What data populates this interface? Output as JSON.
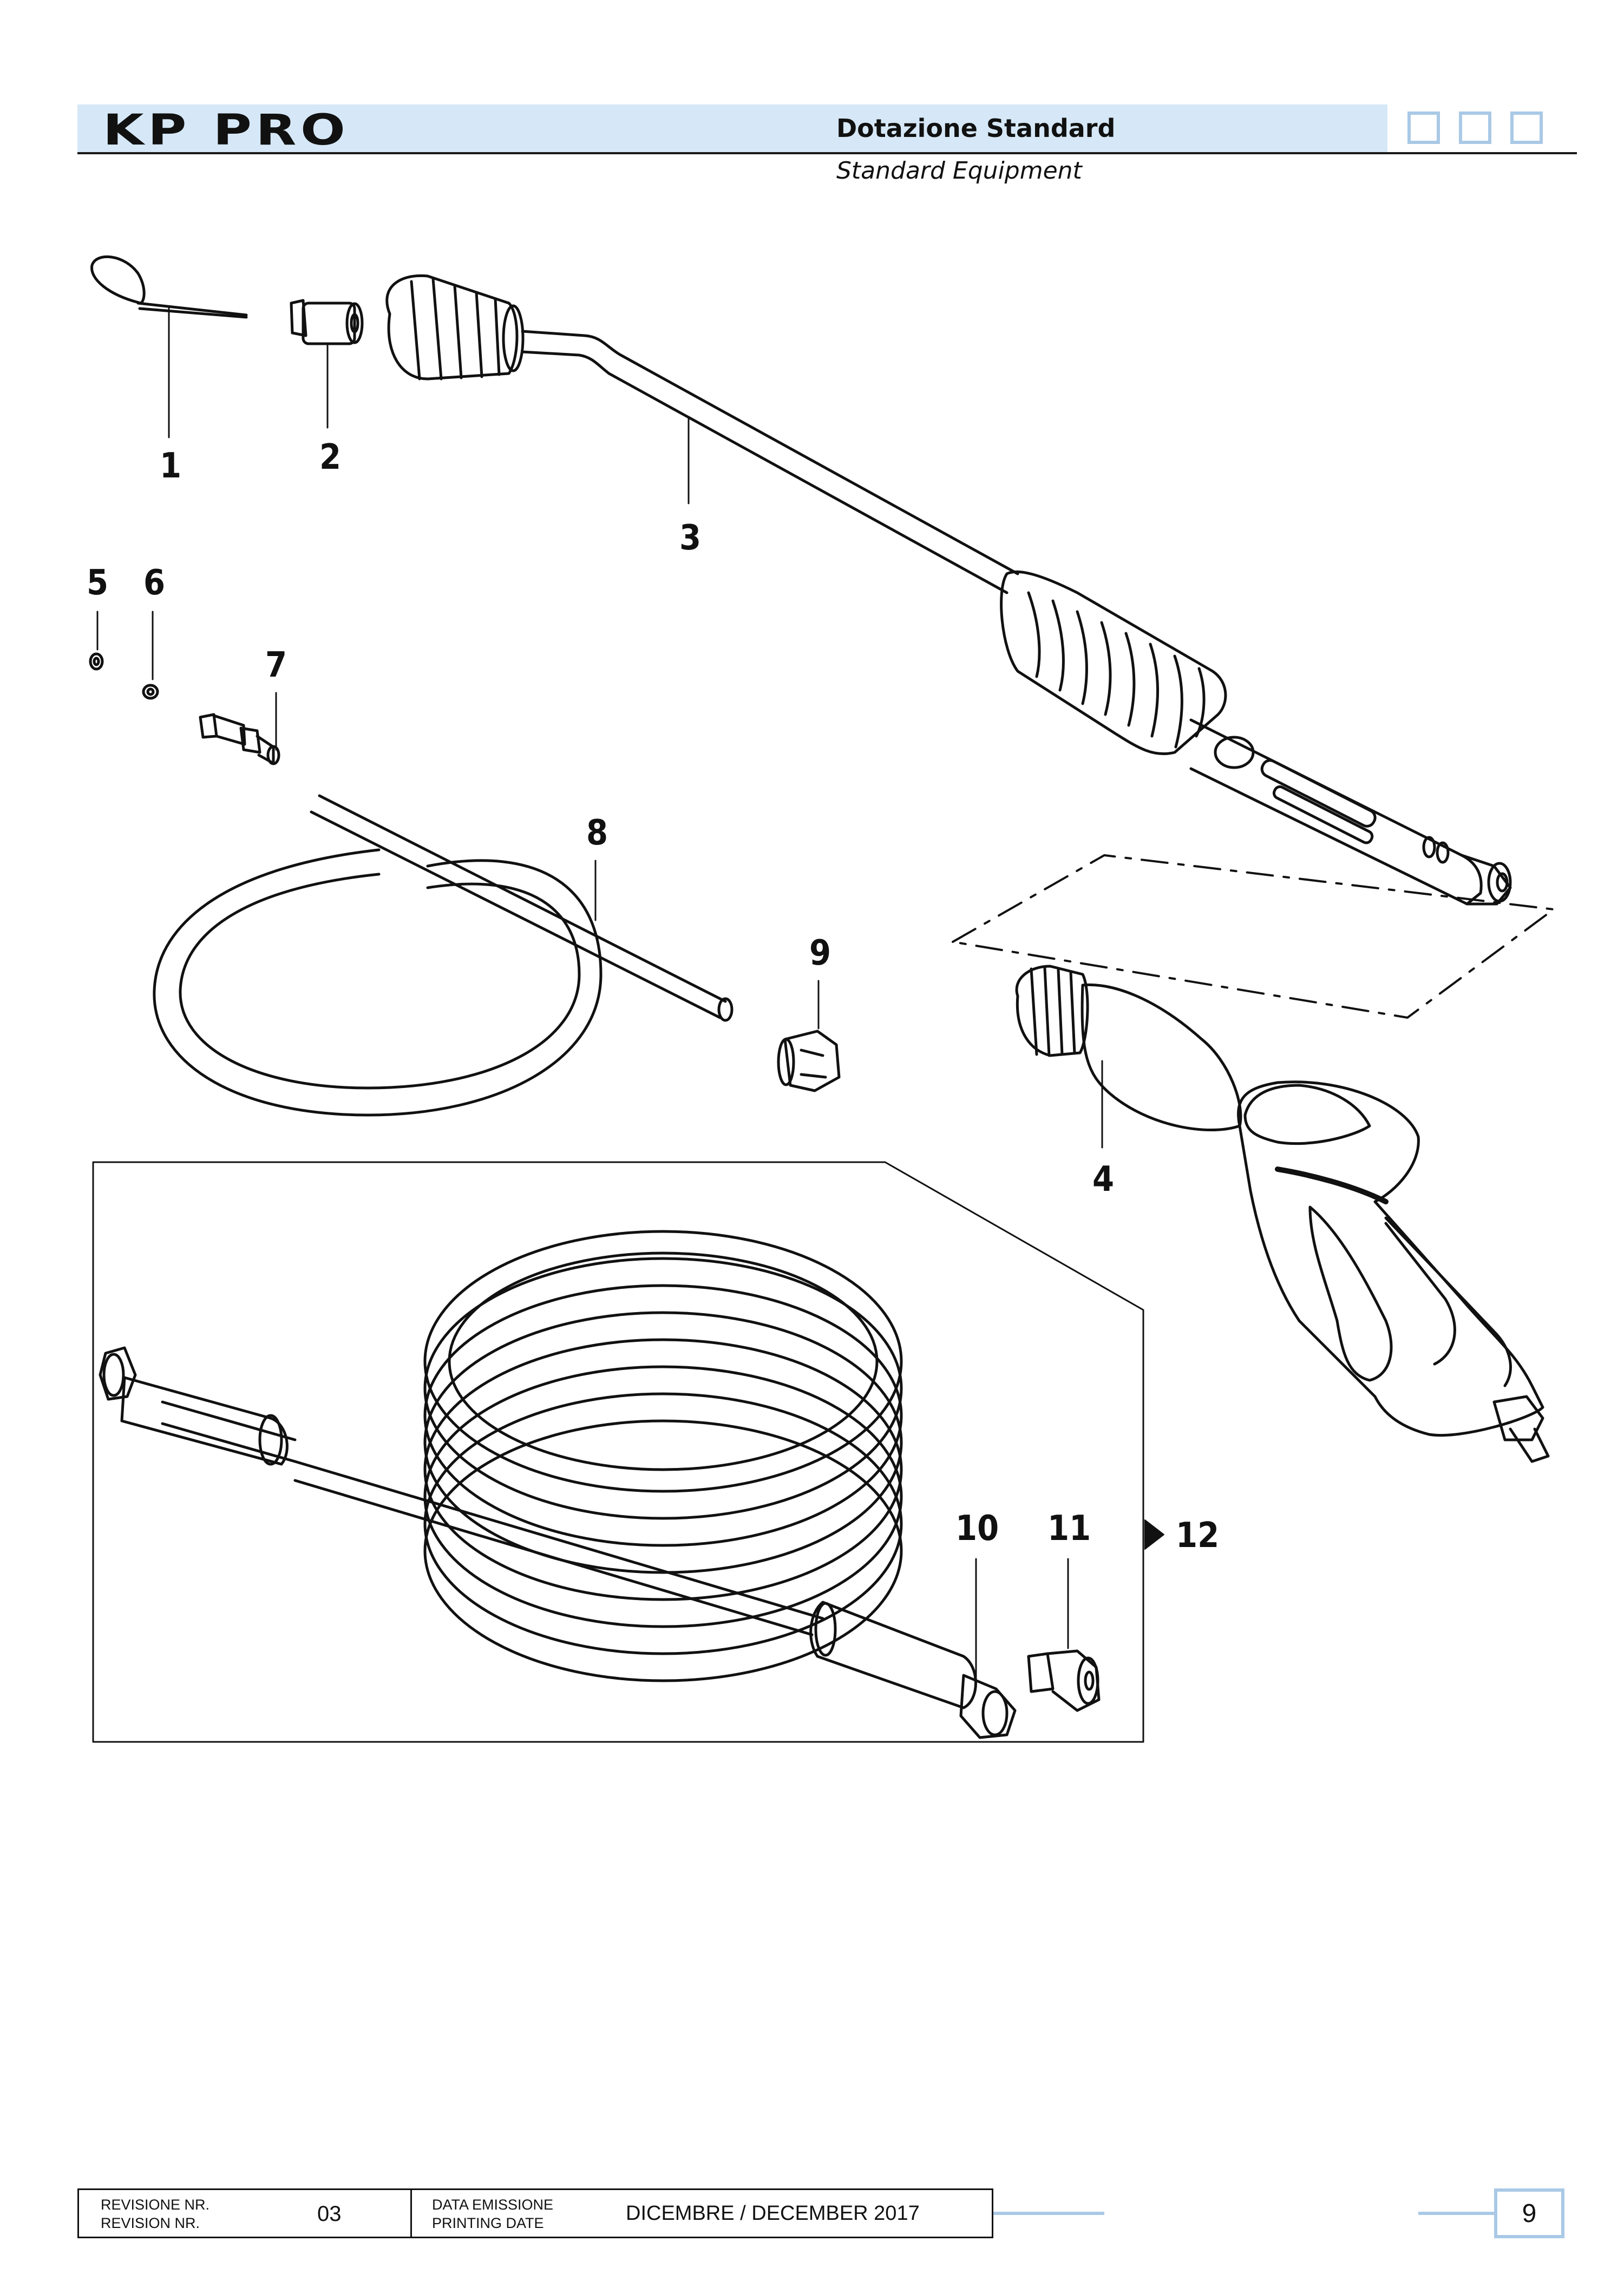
{
  "header": {
    "brand": "KP PRO",
    "title_it": "Dotazione Standard",
    "title_en": "Standard Equipment"
  },
  "callouts": [
    "1",
    "2",
    "3",
    "4",
    "5",
    "6",
    "7",
    "8",
    "9",
    "10",
    "11",
    "12"
  ],
  "footer": {
    "revision_label_it": "REVISIONE NR.",
    "revision_label_en": "REVISION NR.",
    "revision_value": "03",
    "date_label_it": "DATA EMISSIONE",
    "date_label_en": "PRINTING DATE",
    "date_value": "DICEMBRE / DECEMBER 2017",
    "page_number": "9"
  },
  "colors": {
    "header_band": "#d6e8f7",
    "accent_blue": "#a9c9e6",
    "ink": "#111111"
  }
}
